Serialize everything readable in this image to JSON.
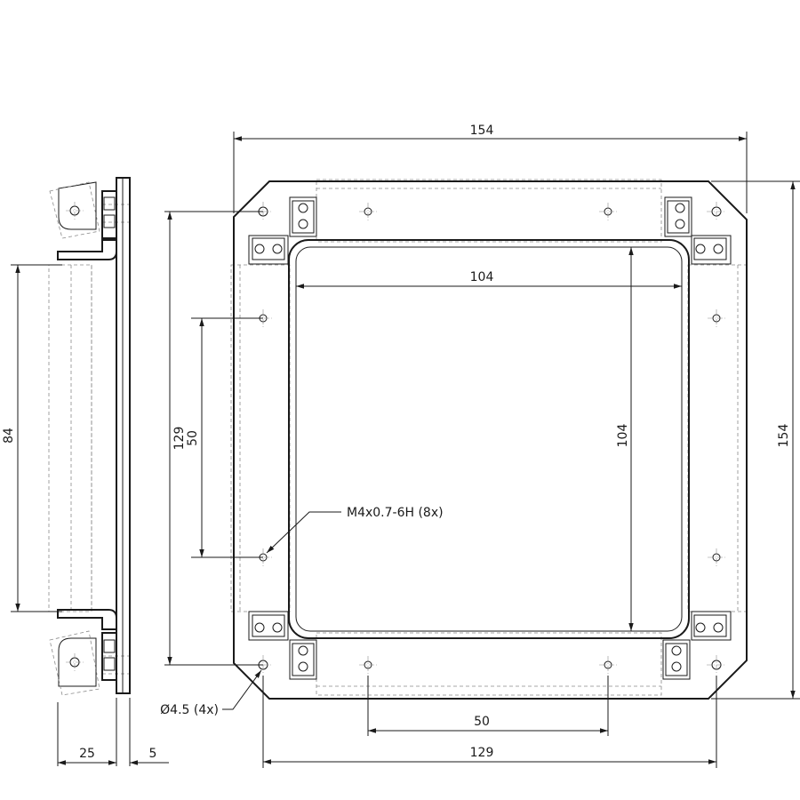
{
  "drawing": {
    "dimensions": {
      "overall_width": "154",
      "overall_height": "154",
      "inner_width": "104",
      "inner_height": "104",
      "hole_spacing_vertical_outer": "129",
      "hole_spacing_vertical_inner": "50",
      "hole_spacing_horizontal_inner": "50",
      "hole_spacing_horizontal_outer": "129",
      "side_height": "84",
      "side_depth": "25",
      "side_thickness": "5"
    },
    "callouts": {
      "thread": "M4x0.7-6H (8x)",
      "hole": "Ø4.5 (4x)"
    }
  }
}
